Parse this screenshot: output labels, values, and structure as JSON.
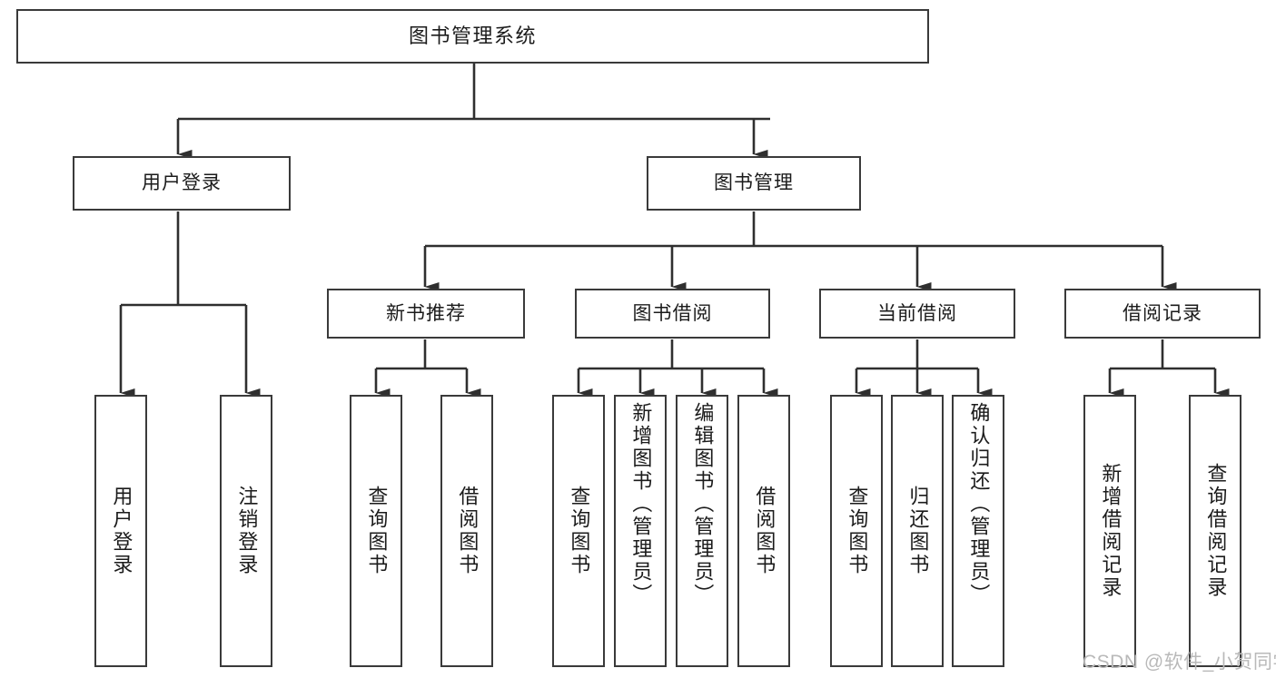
{
  "diagram": {
    "type": "tree",
    "title": "图书管理系统",
    "orientation": "top-down",
    "watermark": "CSDN @软件_小贺同学",
    "colors": {
      "border": "#3a3a3a",
      "fill": "#ffffff",
      "connector": "#2f2f2f",
      "text": "#1b1b1b",
      "watermark": "#b9b9b9"
    },
    "levels": [
      {
        "level": 1,
        "nodes": [
          "图书管理系统"
        ]
      },
      {
        "level": 2,
        "nodes": [
          "用户登录",
          "图书管理"
        ]
      },
      {
        "level": 3,
        "nodes": [
          "新书推荐",
          "图书借阅",
          "当前借阅",
          "借阅记录"
        ]
      },
      {
        "level": 4,
        "nodes": [
          "用户登录",
          "注销登录",
          "查询图书",
          "借阅图书",
          "查询图书",
          "新增图书（管理员）",
          "编辑图书（管理员）",
          "借阅图书",
          "查询图书",
          "归还图书",
          "确认归还（管理员）",
          "新增借阅记录",
          "查询借阅记录"
        ]
      }
    ],
    "nodes": {
      "root": {
        "label": "图书管理系统"
      },
      "user_login": {
        "label": "用户登录"
      },
      "book_manage": {
        "label": "图书管理"
      },
      "new_book_rec": {
        "label": "新书推荐"
      },
      "book_borrow": {
        "label": "图书借阅"
      },
      "current_borrow": {
        "label": "当前借阅"
      },
      "borrow_record": {
        "label": "借阅记录"
      },
      "leaf_user_login": {
        "label": "用户登录"
      },
      "leaf_logout": {
        "label": "注销登录"
      },
      "leaf_query_book_a": {
        "label": "查询图书"
      },
      "leaf_borrow_book_a": {
        "label": "借阅图书"
      },
      "leaf_query_book_b": {
        "label": "查询图书"
      },
      "leaf_add_book_admin": {
        "label": "新增图书（管理员）"
      },
      "leaf_edit_book_admin": {
        "label": "编辑图书（管理员）"
      },
      "leaf_borrow_book_b": {
        "label": "借阅图书"
      },
      "leaf_query_book_c": {
        "label": "查询图书"
      },
      "leaf_return_book": {
        "label": "归还图书"
      },
      "leaf_confirm_return_admin": {
        "label": "确认归还（管理员）"
      },
      "leaf_add_borrow_record": {
        "label": "新增借阅记录"
      },
      "leaf_query_borrow_record": {
        "label": "查询借阅记录"
      }
    },
    "edges": [
      {
        "from": "root",
        "to": "user_login"
      },
      {
        "from": "root",
        "to": "book_manage"
      },
      {
        "from": "user_login",
        "to": "leaf_user_login"
      },
      {
        "from": "user_login",
        "to": "leaf_logout"
      },
      {
        "from": "book_manage",
        "to": "new_book_rec"
      },
      {
        "from": "book_manage",
        "to": "book_borrow"
      },
      {
        "from": "book_manage",
        "to": "current_borrow"
      },
      {
        "from": "book_manage",
        "to": "borrow_record"
      },
      {
        "from": "new_book_rec",
        "to": "leaf_query_book_a"
      },
      {
        "from": "new_book_rec",
        "to": "leaf_borrow_book_a"
      },
      {
        "from": "book_borrow",
        "to": "leaf_query_book_b"
      },
      {
        "from": "book_borrow",
        "to": "leaf_add_book_admin"
      },
      {
        "from": "book_borrow",
        "to": "leaf_edit_book_admin"
      },
      {
        "from": "book_borrow",
        "to": "leaf_borrow_book_b"
      },
      {
        "from": "current_borrow",
        "to": "leaf_query_book_c"
      },
      {
        "from": "current_borrow",
        "to": "leaf_return_book"
      },
      {
        "from": "current_borrow",
        "to": "leaf_confirm_return_admin"
      },
      {
        "from": "borrow_record",
        "to": "leaf_add_borrow_record"
      },
      {
        "from": "borrow_record",
        "to": "leaf_query_borrow_record"
      }
    ]
  }
}
